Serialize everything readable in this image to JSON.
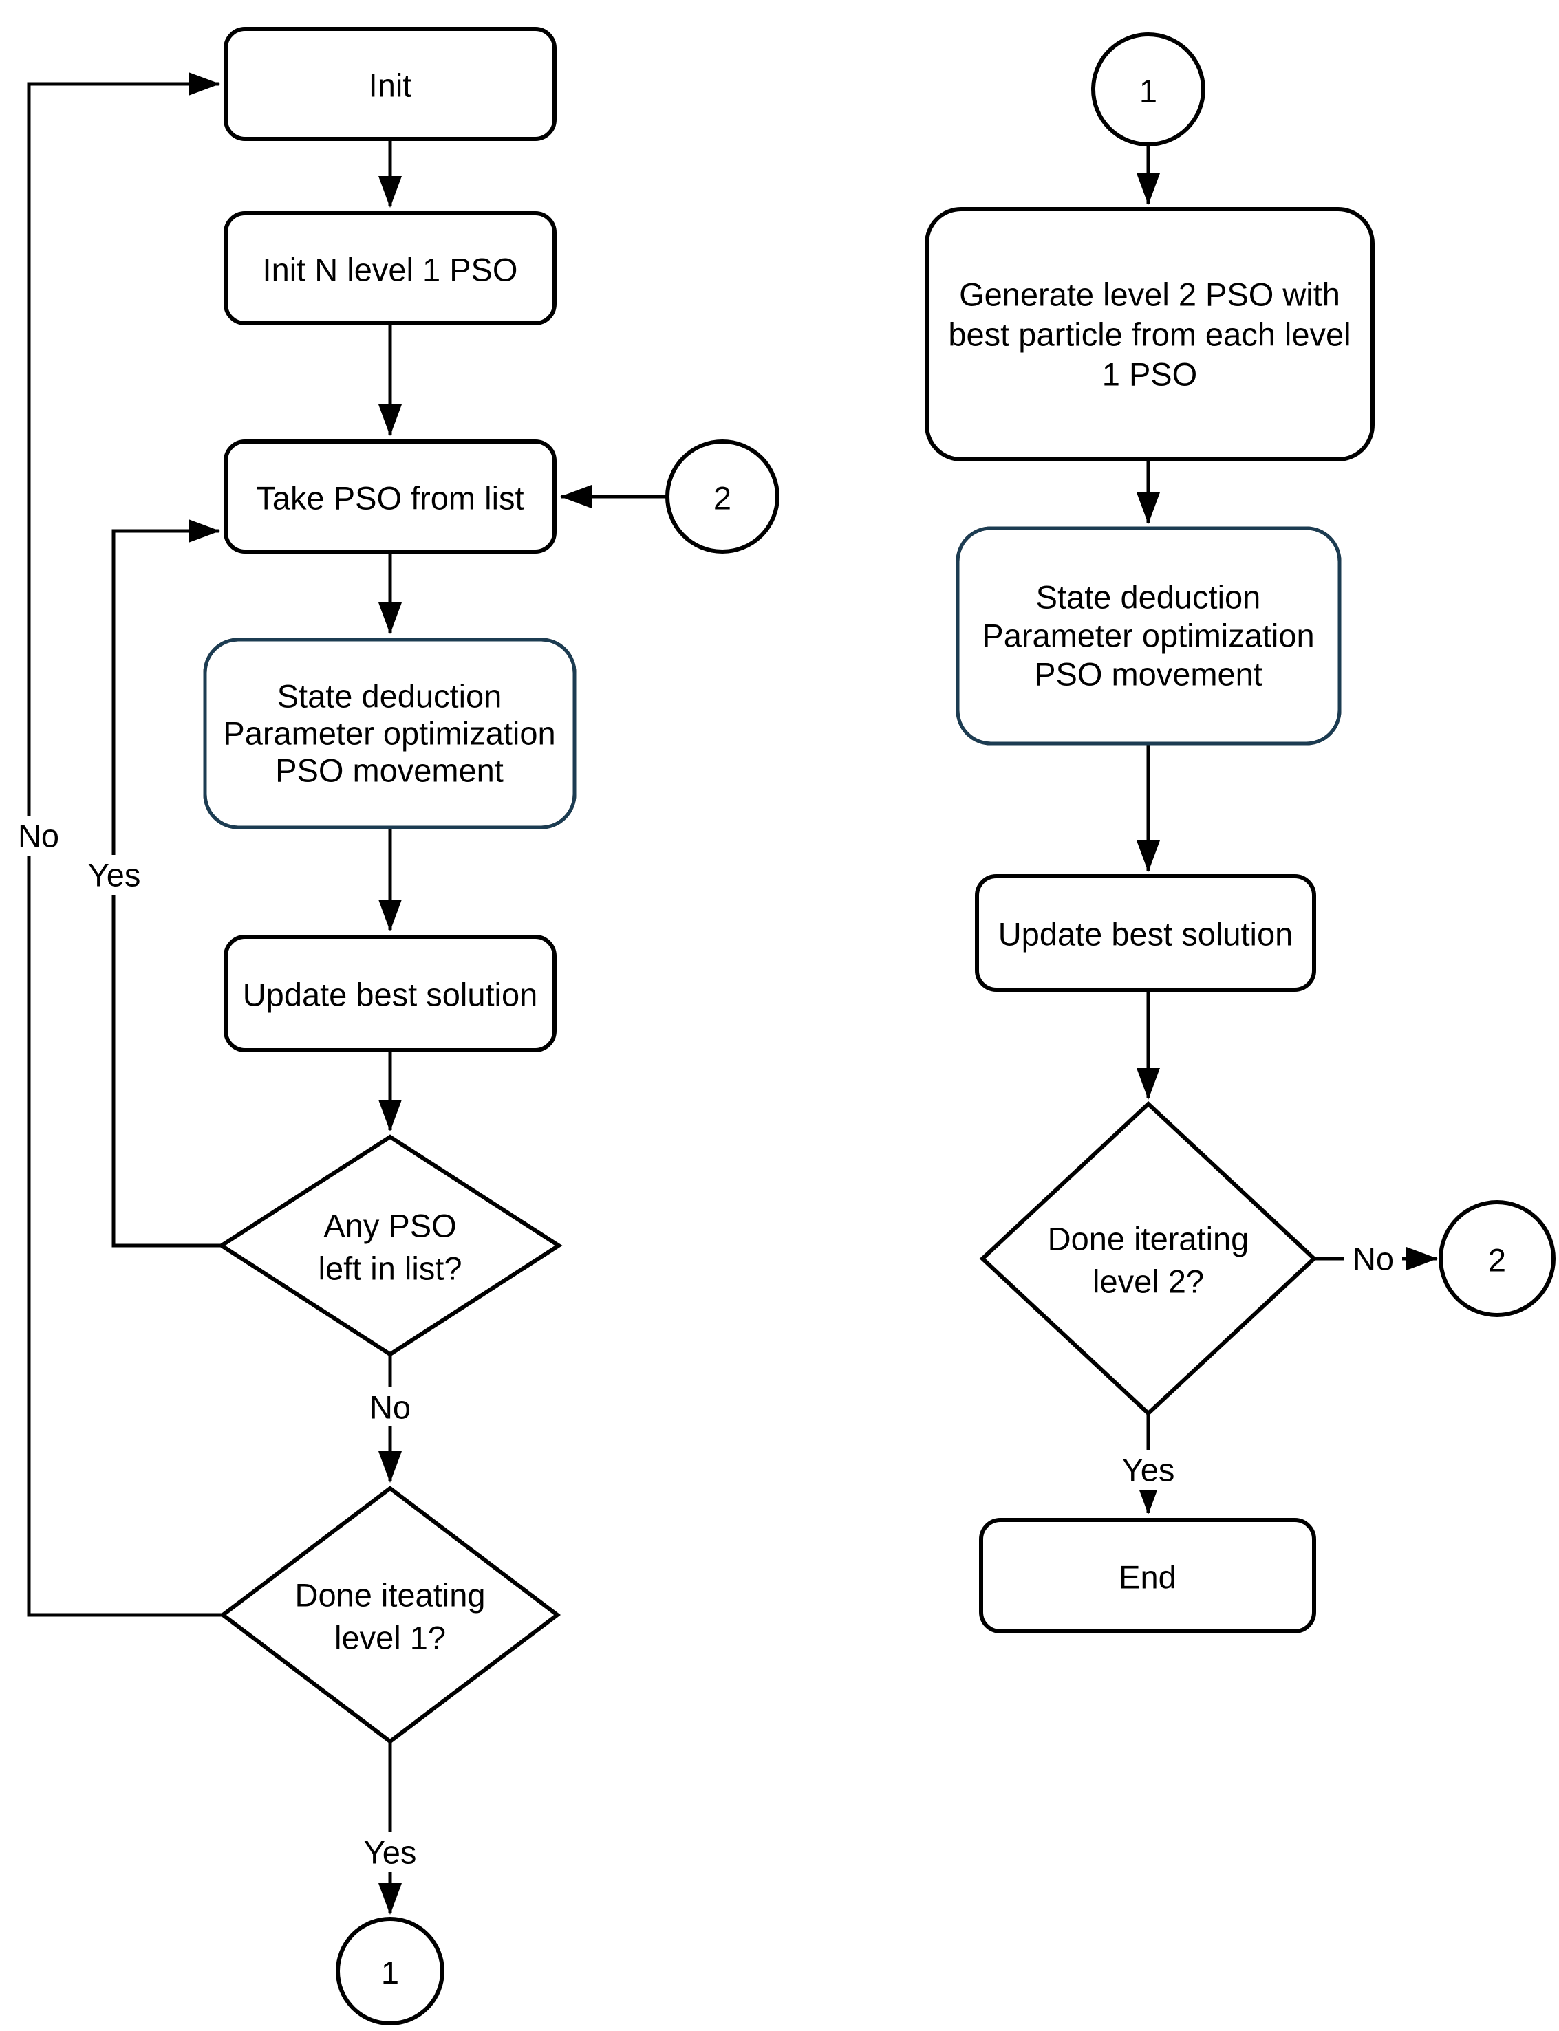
{
  "flow": {
    "colors": {
      "process_fill": "#b8c6d1",
      "process_stroke": "#1c3c52",
      "node_fill": "#ffffff",
      "line_color": "#000000"
    },
    "left": {
      "init": "Init",
      "init_n": "Init N level 1 PSO",
      "take": "Take PSO from list",
      "process": [
        "State deduction",
        "Parameter optimization",
        "PSO movement"
      ],
      "update": "Update best solution",
      "decision_any_pso": [
        "Any PSO",
        "left in list?"
      ],
      "decision_done_level1": [
        "Done iteating",
        "level 1?"
      ],
      "connector_2": "2",
      "connector_1": "1",
      "edge_no_feedback": "No",
      "edge_yes_feedback": "Yes",
      "edge_no_down": "No",
      "edge_yes_down": "Yes"
    },
    "right": {
      "connector_1": "1",
      "generate": [
        "Generate level 2 PSO with",
        "best particle from each level",
        "1 PSO"
      ],
      "process": [
        "State deduction",
        "Parameter optimization",
        "PSO movement"
      ],
      "update": "Update best solution",
      "decision_done_level2": [
        "Done iterating",
        "level 2?"
      ],
      "edge_no": "No",
      "edge_yes": "Yes",
      "connector_2": "2",
      "end": "End"
    }
  }
}
